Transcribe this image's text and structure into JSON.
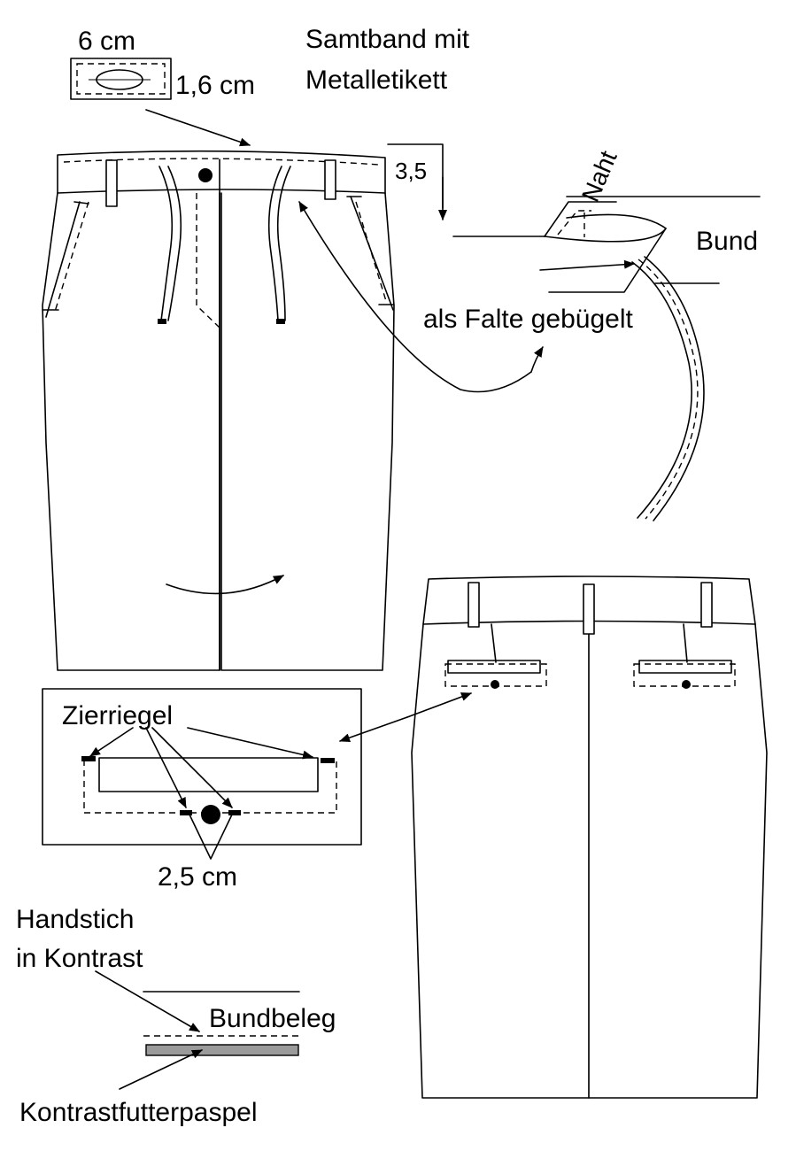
{
  "labels": {
    "width_6cm": "6 cm",
    "height_16cm": "1,6 cm",
    "samtband_line1": "Samtband mit",
    "samtband_line2": "Metalletikett",
    "naht": "Naht",
    "dim_35": "3,5",
    "bund": "Bund",
    "falte": "als Falte gebügelt",
    "zierriegel": "Zierriegel",
    "dim_25cm": "2,5 cm",
    "handstich_line1": "Handstich",
    "handstich_line2": "in Kontrast",
    "bundbeleg": "Bundbeleg",
    "kontrast": "Kontrastfutterpaspel"
  },
  "colors": {
    "line": "#000000",
    "paspel_fill": "#9a9a9a",
    "background": "#ffffff"
  }
}
